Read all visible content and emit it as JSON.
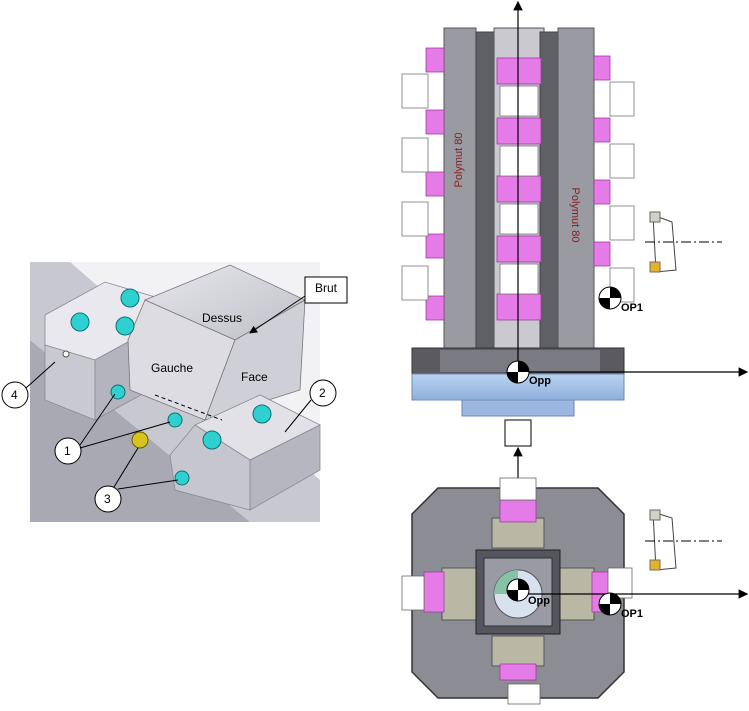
{
  "figure": {
    "iso_labels": {
      "brut": "Brut",
      "dessus": "Dessus",
      "gauche": "Gauche",
      "face": "Face"
    },
    "callouts": [
      "1",
      "2",
      "3",
      "4"
    ],
    "front_view": {
      "polymut_left": "Polymut 80",
      "polymut_right": "Polymut 80",
      "op1": "OP1",
      "opp": "Opp"
    },
    "top_view": {
      "op1": "OP1",
      "opp": "Opp"
    }
  },
  "colors": {
    "magenta": "#e57be6",
    "grey_plate": "#8c8c95",
    "blue_base": "#a9c4e6",
    "iso_grey": "#d9d9df",
    "teal_screw": "#2fd0d0"
  }
}
